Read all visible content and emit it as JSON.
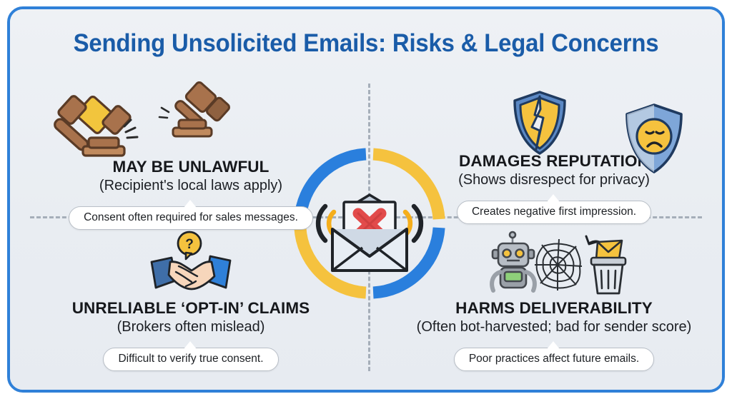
{
  "title": "Sending Unsolicited Emails: Risks & Legal Concerns",
  "theme": {
    "border_blue": "#2f80d8",
    "title_blue": "#1a5ca8",
    "ring_blue": "#2a7fdd",
    "ring_yellow": "#f5c23e",
    "background": "#eceff3",
    "divider_gray": "#9aa4b0"
  },
  "center": {
    "icon": "rejected-email-envelope-icon",
    "ring_segments": [
      {
        "position": "top-left",
        "color": "#2a7fdd"
      },
      {
        "position": "top-right",
        "color": "#f5c23e"
      },
      {
        "position": "bottom-left",
        "color": "#f5c23e"
      },
      {
        "position": "bottom-right",
        "color": "#2a7fdd"
      }
    ]
  },
  "quadrants": [
    {
      "id": "may-be-unlawful",
      "headline": "MAY BE UNLAWFUL",
      "subline": "(Recipient's local laws apply)",
      "note": "Consent often required for sales messages.",
      "icons": [
        "gavel-icon",
        "gavel-small-icon"
      ]
    },
    {
      "id": "damages-reputation",
      "headline": "DAMAGES REPUTATION",
      "subline": "(Shows disrespect for privacy)",
      "note": "Creates negative first impression.",
      "icons": [
        "broken-shield-icon",
        "sad-face-shield-icon"
      ]
    },
    {
      "id": "unreliable-opt-in-claims",
      "headline": "UNRELIABLE ‘OPT-IN’ CLAIMS",
      "subline": "(Brokers often mislead)",
      "note": "Difficult to verify true consent.",
      "icons": [
        "handshake-icon",
        "question-bubble-icon"
      ]
    },
    {
      "id": "harms-deliverability",
      "headline": "HARMS DELIVERABILITY",
      "subline": "(Often bot-harvested; bad for sender score)",
      "note": "Poor practices affect future emails.",
      "icons": [
        "robot-icon",
        "spiderweb-icon",
        "trash-envelope-icon"
      ]
    }
  ]
}
